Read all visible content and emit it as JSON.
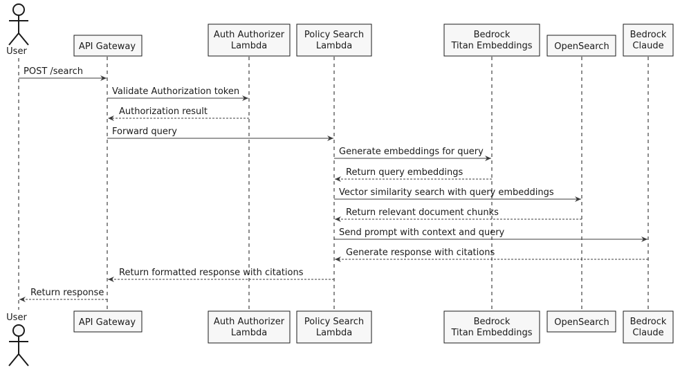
{
  "actor": {
    "label": "User"
  },
  "participants": [
    {
      "id": "gw",
      "lines": [
        "API Gateway"
      ]
    },
    {
      "id": "auth",
      "lines": [
        "Auth Authorizer",
        "Lambda"
      ]
    },
    {
      "id": "search",
      "lines": [
        "Policy Search",
        "Lambda"
      ]
    },
    {
      "id": "titan",
      "lines": [
        "Bedrock",
        "Titan Embeddings"
      ]
    },
    {
      "id": "os",
      "lines": [
        "OpenSearch"
      ]
    },
    {
      "id": "claude",
      "lines": [
        "Bedrock",
        "Claude"
      ]
    }
  ],
  "messages": [
    {
      "from": "user",
      "to": "gw",
      "label": "POST /search",
      "style": "solid"
    },
    {
      "from": "gw",
      "to": "auth",
      "label": "Validate Authorization token",
      "style": "solid"
    },
    {
      "from": "auth",
      "to": "gw",
      "label": "Authorization result",
      "style": "dashed"
    },
    {
      "from": "gw",
      "to": "search",
      "label": "Forward query",
      "style": "solid"
    },
    {
      "from": "search",
      "to": "titan",
      "label": "Generate embeddings for query",
      "style": "solid"
    },
    {
      "from": "titan",
      "to": "search",
      "label": "Return query embeddings",
      "style": "dashed"
    },
    {
      "from": "search",
      "to": "os",
      "label": "Vector similarity search with query embeddings",
      "style": "solid"
    },
    {
      "from": "os",
      "to": "search",
      "label": "Return relevant document chunks",
      "style": "dashed"
    },
    {
      "from": "search",
      "to": "claude",
      "label": "Send prompt with context and query",
      "style": "solid"
    },
    {
      "from": "claude",
      "to": "search",
      "label": "Generate response with citations",
      "style": "dashed"
    },
    {
      "from": "search",
      "to": "gw",
      "label": "Return formatted response with citations",
      "style": "dashed"
    },
    {
      "from": "gw",
      "to": "user",
      "label": "Return response",
      "style": "dashed"
    }
  ]
}
